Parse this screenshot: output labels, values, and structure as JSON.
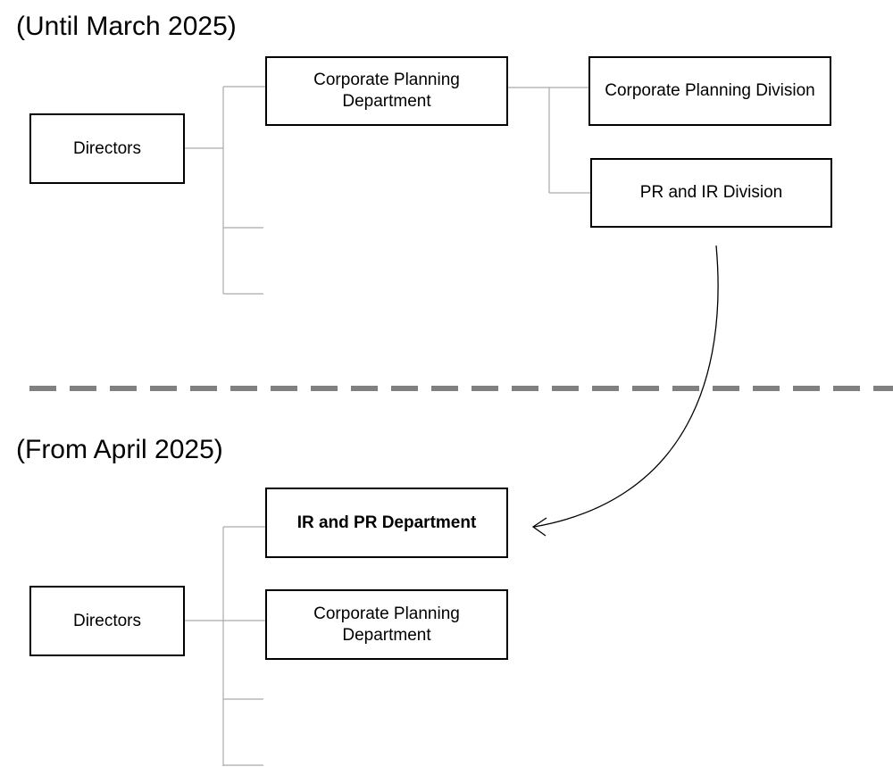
{
  "before": {
    "title": "(Until March 2025)",
    "root": "Directors",
    "department": "Corporate Planning Department",
    "divisions": [
      "Corporate Planning Division",
      "PR and IR Division"
    ]
  },
  "after": {
    "title": "(From April 2025)",
    "root": "Directors",
    "departments": [
      "IR and PR Department",
      "Corporate Planning Department"
    ]
  },
  "colors": {
    "box_border": "#000000",
    "connector": "#aaaaaa",
    "divider": "#808080",
    "arrow": "#000000"
  }
}
